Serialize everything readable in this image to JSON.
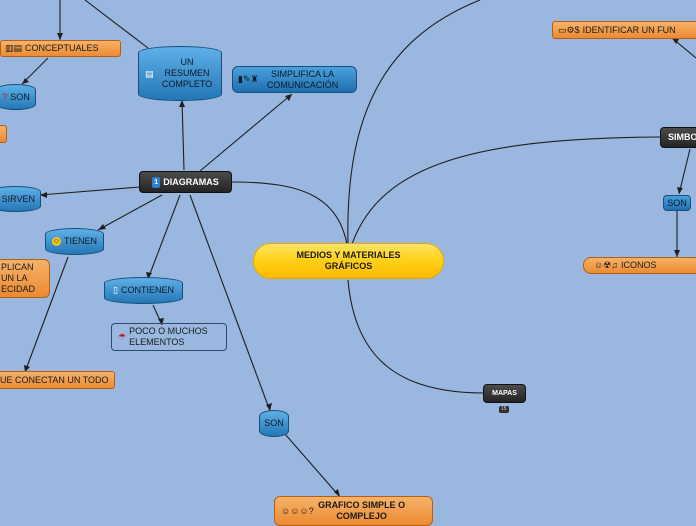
{
  "nodes": {
    "central": "MEDIOS Y MATERIALES GRÁFICOS",
    "diagramas": "DIAGRAMAS",
    "mapas": "MAPAS",
    "mapas_badge": "15",
    "simbolos": "SIMBO",
    "identificar": "IDENTIFICAR UN FUN",
    "son_right": "SON",
    "iconos": "ICONOS",
    "resumen": "UN RESUMEN COMPLETO",
    "simplifica": "SIMPLIFICA LA COMUNICACIÓN",
    "conceptuales": "CONCEPTUALES",
    "son_top_left": "SON",
    "sirven": "SIRVEN",
    "tienen": "TIENEN",
    "explican": "PLICAN UN LA ECIDAD",
    "contienen": "CONTIENEN",
    "poco": "POCO O MUCHOS ELEMENTOS",
    "conectan": "UE CONECTAN UN TODO",
    "son_bottom": "SON",
    "grafico": "GRAFICO SIMPLE O COMPLEJO"
  },
  "icons": {
    "diagramas": "number-1-icon",
    "resumen": "clipboard-icon",
    "simplifica": "book-brush-icons",
    "conceptuales": "chart-icons",
    "son_top_left": "question-icon",
    "tienen": "face-icon",
    "contienen": "book-icon",
    "poco": "umbrella-icon",
    "identificar": "icon-group",
    "iconos": "symbol-icons",
    "grafico": "emoji-icons"
  },
  "colors": {
    "background": "#9ab7e0",
    "link": "#1f1f1f",
    "central": "#ffd21a"
  }
}
